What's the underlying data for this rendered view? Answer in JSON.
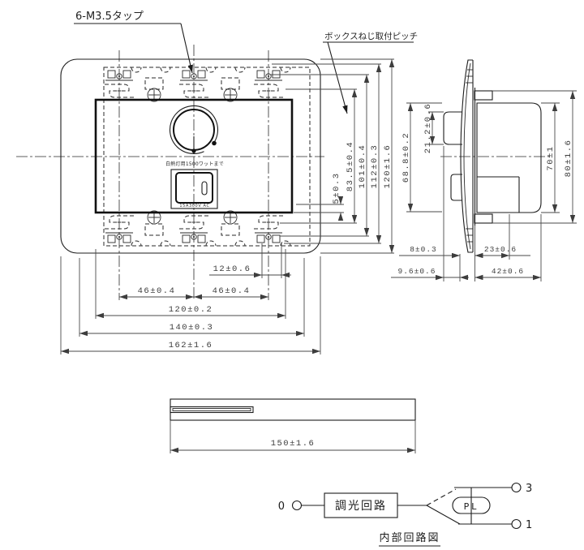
{
  "colors": {
    "line": "#1c1c1c",
    "dim_line": "#4a4a4a",
    "text": "#3d3d3d"
  },
  "front_view": {
    "label_tap": "6-M3.5タップ",
    "label_box_screw_pitch": "ボックスねじ取付ピッチ",
    "label_wattage": "白熱灯用1500ワットまで",
    "label_rating": "15A300V AC",
    "dims_right": [
      "5±0.3",
      "83.5±0.4",
      "101±0.4",
      "112±0.3",
      "120±1.6"
    ],
    "dims_bottom": [
      "12±0.6",
      "46±0.4",
      "46±0.4",
      "120±0.2",
      "140±0.3",
      "162±1.6"
    ]
  },
  "side_view": {
    "dims_left": [
      "68.8±0.2",
      "21.2±0.6"
    ],
    "dims_right": [
      "70±1",
      "80±1.6"
    ],
    "dims_bottom": [
      "8±0.3",
      "23±0.6",
      "9.6±0.6",
      "42±0.6"
    ]
  },
  "bottom_view": {
    "dim_length": "150±1.6"
  },
  "circuit": {
    "terminal_left": "0",
    "terminal_top": "3",
    "terminal_bottom": "1",
    "dimmer_box": "調光回路",
    "pilot_lamp": "PL",
    "caption": "内部回路図"
  }
}
